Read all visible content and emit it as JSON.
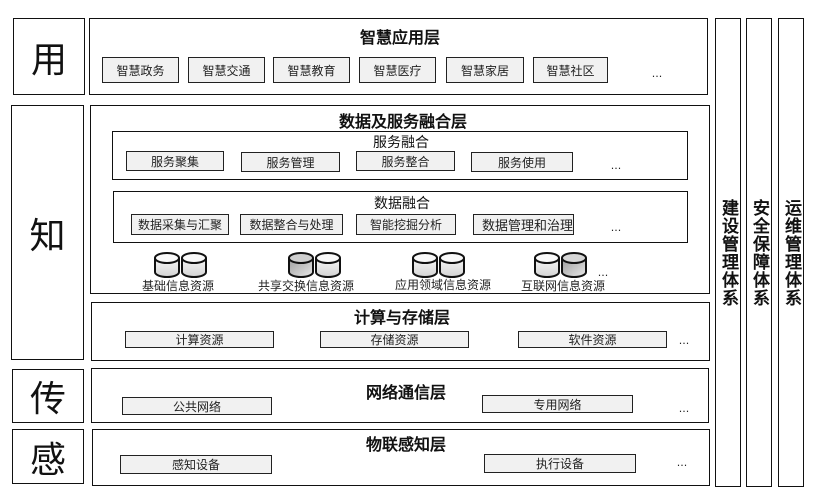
{
  "side_labels": {
    "use": "用",
    "know": "知",
    "transmit": "传",
    "sense": "感"
  },
  "app_layer": {
    "title": "智慧应用层",
    "items": [
      "智慧政务",
      "智慧交通",
      "智慧教育",
      "智慧医疗",
      "智慧家居",
      "智慧社区"
    ],
    "more": "..."
  },
  "fusion_layer": {
    "title": "数据及服务融合层",
    "service_fusion": {
      "title": "服务融合",
      "items": [
        "服务聚集",
        "服务管理",
        "服务整合",
        "服务使用"
      ],
      "more": "..."
    },
    "data_fusion": {
      "title": "数据融合",
      "items": [
        "数据采集与汇聚",
        "数据整合与处理",
        "智能挖掘分析",
        "数据管理和治理"
      ],
      "more": "..."
    },
    "resources": [
      {
        "label": "基础信息资源",
        "icon": "database-icon"
      },
      {
        "label": "共享交换信息资源",
        "icon": "database-icon"
      },
      {
        "label": "应用领域信息资源",
        "icon": "database-icon"
      },
      {
        "label": "互联网信息资源",
        "icon": "database-icon"
      }
    ],
    "resources_more": "..."
  },
  "compute_layer": {
    "title": "计算与存储层",
    "items": [
      "计算资源",
      "存储资源",
      "软件资源"
    ],
    "more": "..."
  },
  "network_layer": {
    "title": "网络通信层",
    "items": [
      "公共网络",
      "专用网络"
    ],
    "more": "..."
  },
  "iot_layer": {
    "title": "物联感知层",
    "items": [
      "感知设备",
      "执行设备"
    ],
    "more": "..."
  },
  "systems": [
    "建设管理体系",
    "安全保障体系",
    "运维管理体系"
  ],
  "colors": {
    "border": "#111111",
    "button_fill": "#f1f1f1",
    "db_light": "#f4f4f4",
    "db_dark": "#b8b8b8"
  }
}
